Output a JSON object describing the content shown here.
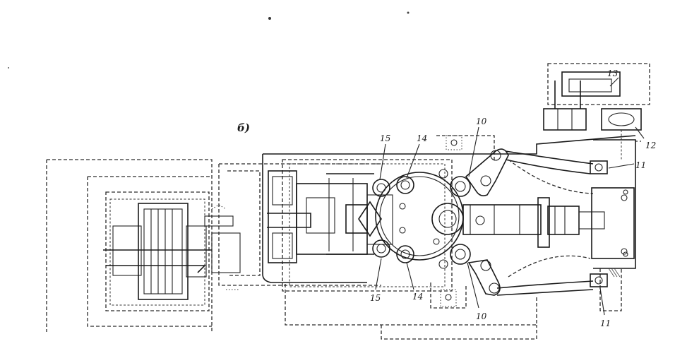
{
  "figure": {
    "view_label": "б)",
    "callouts": {
      "c10_top": "10",
      "c10_bottom": "10",
      "c11_top": "11",
      "c11_bottom": "11",
      "c12": "12",
      "c13": "13",
      "c14_top": "14",
      "c14_bottom": "14",
      "c15_top": "15",
      "c15_bottom": "15"
    }
  }
}
